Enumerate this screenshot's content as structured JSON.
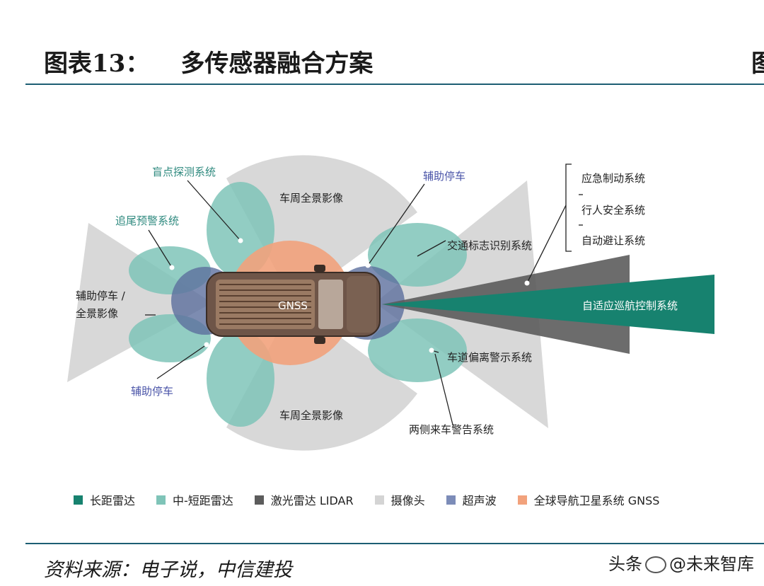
{
  "header": {
    "figure_no": "图表13：",
    "title": "多传感器融合方案",
    "cut_char": "图"
  },
  "diagram": {
    "labels": {
      "blind_spot": "盲点探测系统",
      "surround_top": "车周全景影像",
      "rear_collision": "追尾预警系统",
      "park_assist_rear_line1": "辅助停车 /",
      "park_assist_rear_line2": "全景影像",
      "park_assist_bottom": "辅助停车",
      "surround_bottom": "车周全景影像",
      "cross_traffic": "两侧来车警告系统",
      "lane_departure": "车道偏离警示系统",
      "traffic_sign": "交通标志识别系统",
      "park_assist_top": "辅助停车",
      "gnss": "GNSS",
      "acc": "自适应巡航控制系统",
      "emergency_brake": "应急制动系统",
      "pedestrian": "行人安全系统",
      "auto_avoid": "自动避让系统"
    }
  },
  "legend": {
    "items": [
      {
        "label": "长距雷达",
        "color": "#17826f"
      },
      {
        "label": "中-短距雷达",
        "color": "#7fc4b8"
      },
      {
        "label": "激光雷达 LIDAR",
        "color": "#5c5c5c"
      },
      {
        "label": "摄像头",
        "color": "#d4d4d4"
      },
      {
        "label": "超声波",
        "color": "#7c8cb8"
      },
      {
        "label": "全球导航卫星系统 GNSS",
        "color": "#f2a27c"
      }
    ]
  },
  "footer": {
    "source": "资料来源：电子说，中信建投",
    "watermark_left": "头条",
    "watermark_right": "@未来智库"
  }
}
